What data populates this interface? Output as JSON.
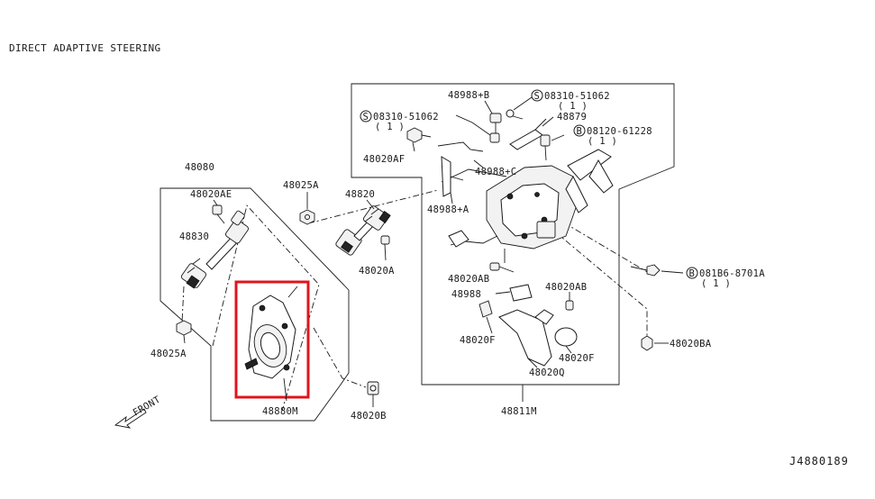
{
  "title": "DIRECT ADAPTIVE STEERING",
  "diagram_code": "J4880189",
  "front_label": "FRONT",
  "highlight_color": "#e0141c",
  "labels": {
    "p48080": "48080",
    "p48020AE": "48020AE",
    "p48830": "48830",
    "p48025A_top": "48025A",
    "p48025A_bottom": "48025A",
    "p48820": "48820",
    "p48020A": "48020A",
    "p48880M": "48880M",
    "p48020B": "48020B",
    "p48988B": "48988+B",
    "s08310_top": "08310-51062",
    "s08310_top_qty": "( 1 )",
    "s08310_left": "08310-51062",
    "s08310_left_qty": "( 1 )",
    "p48879": "48879",
    "b08120": "08120-61228",
    "b08120_qty": "( 1 )",
    "p48020AF": "48020AF",
    "p48988C": "48988+C",
    "p48988A": "48988+A",
    "p48020AB_left": "48020AB",
    "p48020AB_right": "48020AB",
    "p48988": "48988",
    "p48020F_left": "48020F",
    "p48020F_right": "48020F",
    "p48020Q": "48020Q",
    "b081B6": "081B6-8701A",
    "b081B6_qty": "( 1 )",
    "p48020BA": "48020BA",
    "p48811M": "48811M"
  },
  "badges": {
    "s": "S",
    "b": "B"
  }
}
